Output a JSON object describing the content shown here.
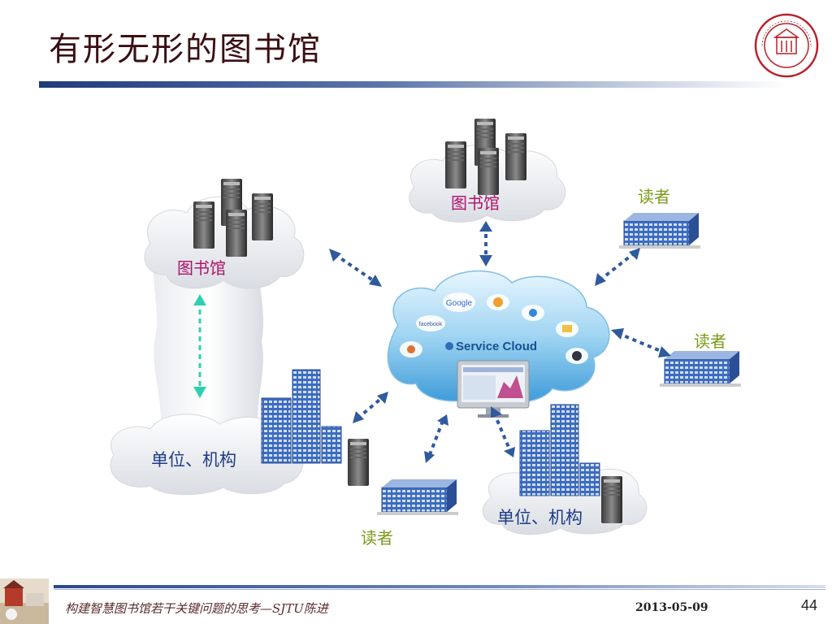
{
  "slide": {
    "title": "有形无形的图书馆",
    "footer_text": "构建智慧图书馆若干关键问题的思考—SJTU陈进",
    "date": "2013-05-09",
    "page_number": "44"
  },
  "diagram": {
    "center_label": "Service Cloud",
    "app_icons": [
      "Google",
      "facebook"
    ],
    "labels": {
      "library_top": "图书馆",
      "library_left": "图书馆",
      "org_left": "单位、机构",
      "org_bottom": "单位、机构",
      "reader_top_right": "读者",
      "reader_right": "读者",
      "reader_bottom": "读者"
    }
  },
  "colors": {
    "title": "#3a0f12",
    "library_label": "#b0106a",
    "reader_label": "#7a9a1a",
    "org_label": "#1e3c86",
    "arrow": "#2f5a9e",
    "arrow_vertical": "#2ed0b0"
  }
}
